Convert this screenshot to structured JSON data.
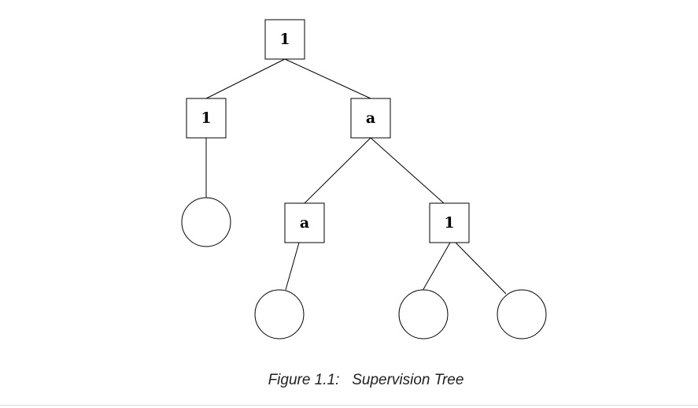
{
  "diagram": {
    "nodes": [
      {
        "id": "root",
        "kind": "supervisor",
        "label": "1"
      },
      {
        "id": "sup-left",
        "kind": "supervisor",
        "label": "1"
      },
      {
        "id": "sup-right",
        "kind": "supervisor",
        "label": "a"
      },
      {
        "id": "sup-mid",
        "kind": "supervisor",
        "label": "a"
      },
      {
        "id": "sup-far-right",
        "kind": "supervisor",
        "label": "1"
      },
      {
        "id": "worker-1",
        "kind": "worker"
      },
      {
        "id": "worker-2",
        "kind": "worker"
      },
      {
        "id": "worker-3",
        "kind": "worker"
      },
      {
        "id": "worker-4",
        "kind": "worker"
      }
    ],
    "edges": [
      {
        "from": "root",
        "to": "sup-left"
      },
      {
        "from": "root",
        "to": "sup-right"
      },
      {
        "from": "sup-left",
        "to": "worker-1"
      },
      {
        "from": "sup-right",
        "to": "sup-mid"
      },
      {
        "from": "sup-right",
        "to": "sup-far-right"
      },
      {
        "from": "sup-mid",
        "to": "worker-2"
      },
      {
        "from": "sup-far-right",
        "to": "worker-3"
      },
      {
        "from": "sup-far-right",
        "to": "worker-4"
      }
    ]
  },
  "caption": "Figure 1.1:   Supervision Tree"
}
